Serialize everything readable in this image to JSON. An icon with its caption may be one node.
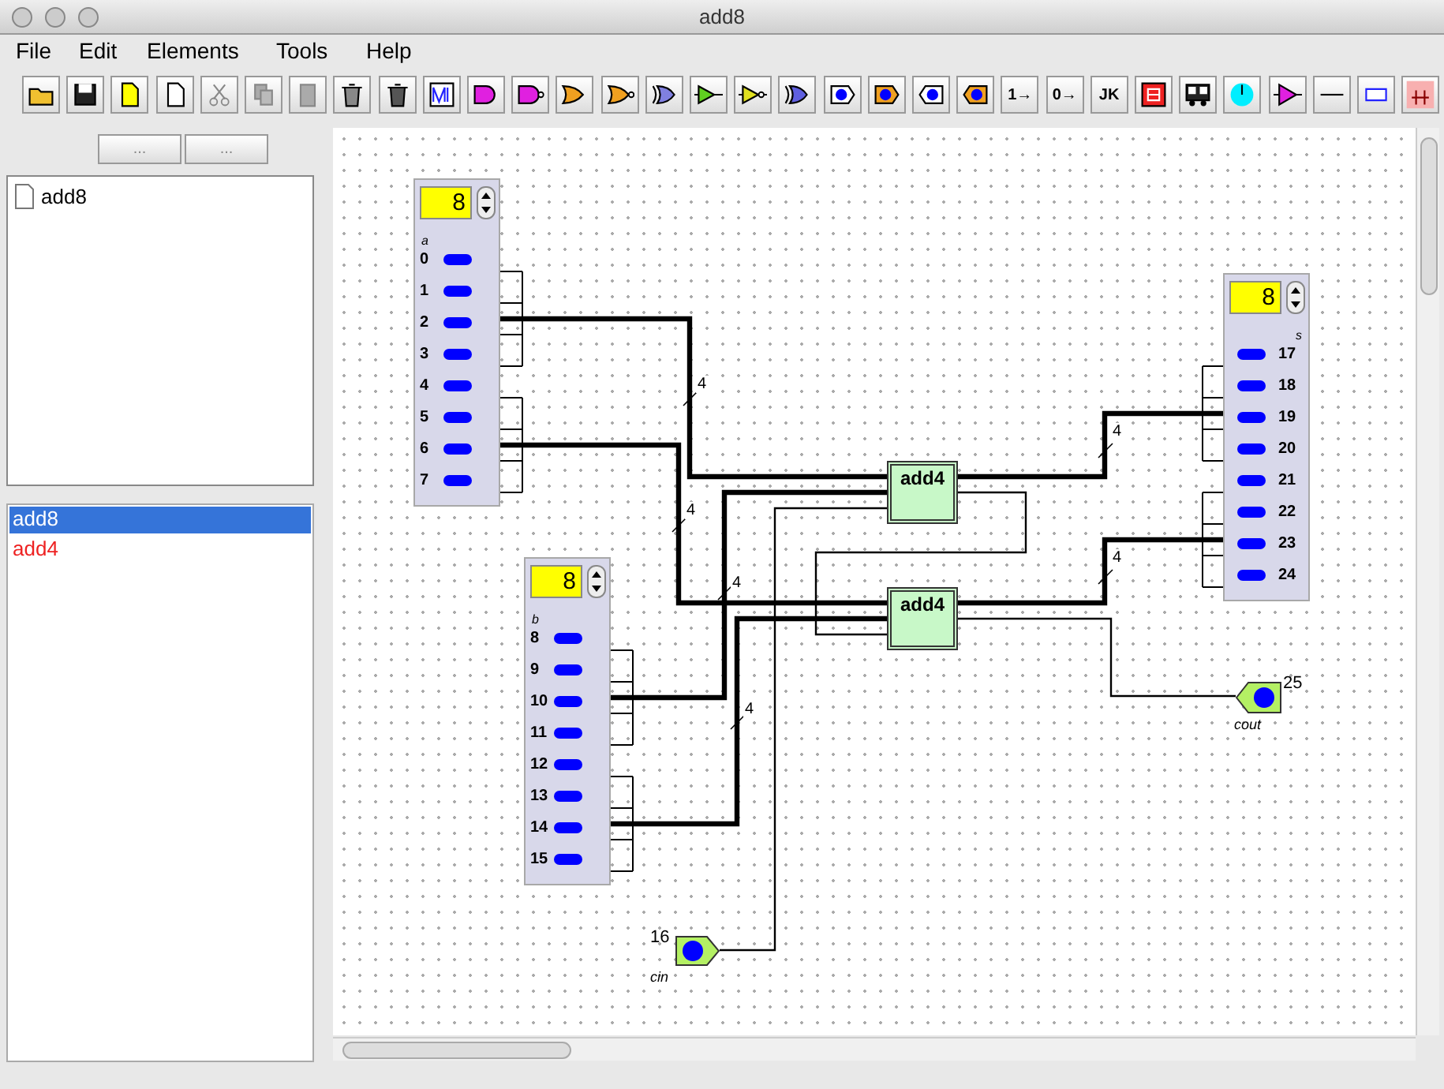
{
  "diagram": {
    "title": "add8",
    "nodes": [
      {
        "text": [
          "8",
          "a",
          "0",
          "1",
          "2",
          "3",
          "4",
          "5",
          "6",
          "7"
        ]
      },
      {
        "text": [
          "8",
          "b",
          "8",
          "9",
          "10",
          "11",
          "12",
          "13",
          "14",
          "15"
        ]
      },
      {
        "text": [
          "add4"
        ]
      },
      {
        "text": [
          "add4"
        ]
      },
      {
        "text": [
          "8",
          "s",
          "17",
          "18",
          "19",
          "20",
          "21",
          "22",
          "23",
          "24"
        ]
      },
      {
        "text": [],
        "shape": "pentagon",
        "beside": [
          "16",
          "cin"
        ]
      },
      {
        "text": [],
        "shape": "pentagon",
        "beside": [
          "25",
          "cout"
        ]
      }
    ],
    "edges": [
      {
        "from": 0,
        "to": 2,
        "arrow": "none",
        "label": "4"
      },
      {
        "from": 0,
        "to": 3,
        "arrow": "none",
        "label": "4"
      },
      {
        "from": 1,
        "to": 2,
        "arrow": "none",
        "label": "4"
      },
      {
        "from": 1,
        "to": 3,
        "arrow": "none",
        "label": "4"
      },
      {
        "from": 5,
        "to": 2,
        "arrow": "none"
      },
      {
        "from": 2,
        "to": 3,
        "arrow": "none"
      },
      {
        "from": 2,
        "to": 4,
        "arrow": "none",
        "label": "4"
      },
      {
        "from": 3,
        "to": 4,
        "arrow": "none",
        "label": "4"
      },
      {
        "from": 3,
        "to": 6,
        "arrow": "none"
      }
    ],
    "labels": [
      "File",
      "Edit",
      "Elements",
      "Tools",
      "Help",
      "1→",
      "0→",
      "JK",
      "...",
      "...",
      "add8",
      "add8",
      "add4"
    ]
  }
}
